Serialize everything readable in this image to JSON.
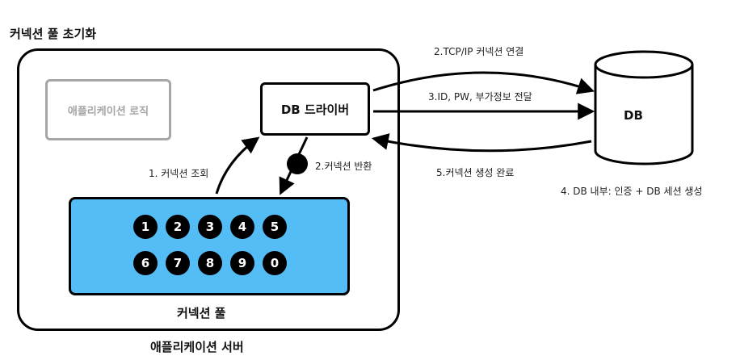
{
  "title": "커넥션 풀 초기화",
  "server": {
    "label": "애플리케이션 서버"
  },
  "app_logic": {
    "label": "애플리케이션 로직"
  },
  "driver": {
    "label": "DB 드라이버"
  },
  "pool": {
    "label": "커넥션 풀",
    "connections": [
      "1",
      "2",
      "3",
      "4",
      "5",
      "6",
      "7",
      "8",
      "9",
      "0"
    ]
  },
  "database": {
    "label": "DB"
  },
  "steps": {
    "lookup": "1. 커넥션 조회",
    "return": "2.커넥션 반환",
    "tcp": "2.TCP/IP 커넥션 연결",
    "credentials": "3.ID, PW, 부가정보 전달",
    "internal": "4. DB 내부: 인증 + DB 세션 생성",
    "complete": "5.커넥션 생성 완료"
  }
}
